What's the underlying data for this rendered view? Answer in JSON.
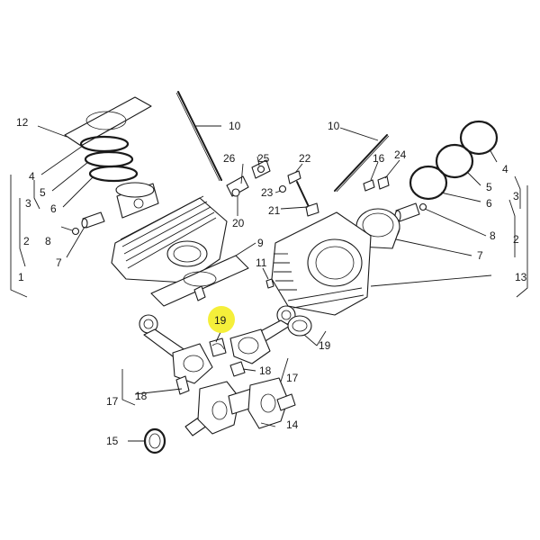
{
  "highlight_color": "#f5ef3a",
  "callouts": {
    "c12": "12",
    "c10a": "10",
    "c4a": "4",
    "c5a": "5",
    "c6a": "6",
    "c3a": "3",
    "c8a": "8",
    "c2a": "2",
    "c7a": "7",
    "c1a": "1",
    "c26": "26",
    "c25": "25",
    "c20": "20",
    "c9": "9",
    "c11": "11",
    "c22": "22",
    "c23": "23",
    "c21": "21",
    "c10b": "10",
    "c16": "16",
    "c24": "24",
    "c4b": "4",
    "c5b": "5",
    "c6b": "6",
    "c3b": "3",
    "c8b": "8",
    "c2b": "2",
    "c7b": "7",
    "c13": "13",
    "c19a": "19",
    "c19b": "19",
    "c18a": "18",
    "c18b": "18",
    "c17a": "17",
    "c17b": "17",
    "c14": "14",
    "c15": "15"
  }
}
